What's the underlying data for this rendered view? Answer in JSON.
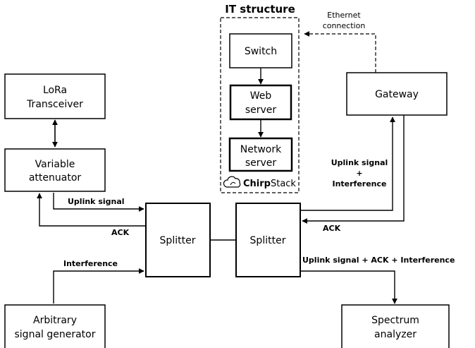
{
  "it_structure": {
    "title": "IT structure",
    "switch": "Switch",
    "web_server": [
      "Web",
      "server"
    ],
    "network_server": [
      "Network",
      "server"
    ],
    "brand": {
      "chirp": "Chirp",
      "stack": "Stack"
    }
  },
  "ethernet": [
    "Ethernet",
    "connection"
  ],
  "boxes": {
    "lora": [
      "LoRa",
      "Transceiver"
    ],
    "attenuator": [
      "Variable",
      "attenuator"
    ],
    "generator": [
      "Arbitrary",
      "signal generator"
    ],
    "splitter_left": "Splitter",
    "splitter_right": "Splitter",
    "gateway": "Gateway",
    "analyzer": [
      "Spectrum",
      "analyzer"
    ]
  },
  "labels": {
    "uplink_signal": "Uplink signal",
    "ack_left": "ACK",
    "interference": "Interference",
    "gateway_uplink": [
      "Uplink signal",
      "+",
      "Interference"
    ],
    "ack_right": "ACK",
    "combined": "Uplink signal + ACK + Interference"
  }
}
